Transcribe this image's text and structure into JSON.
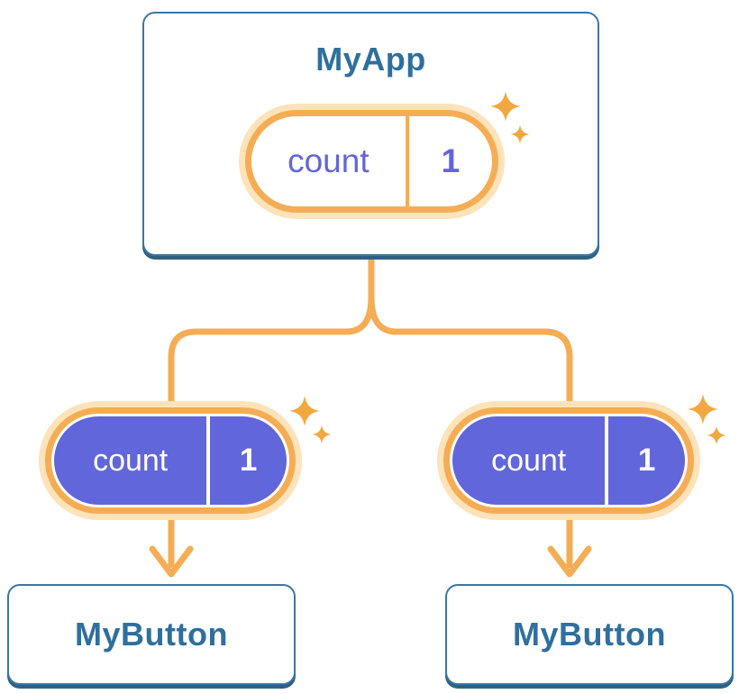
{
  "colors": {
    "background": "#ffffff",
    "orange": "#F5AD55",
    "orange_light": "#FCE3BA",
    "sparkle_orange": "#F3A73F",
    "purple": "#6266DB",
    "blue_text": "#2F6F9E",
    "blue_border": "#3B76A5",
    "blue_border_dark": "#2D6183"
  },
  "tree": {
    "root": {
      "label": "MyApp",
      "state_pill": {
        "key": "count",
        "value": "1"
      }
    },
    "children": [
      {
        "label": "MyButton",
        "prop_pill": {
          "key": "count",
          "value": "1"
        }
      },
      {
        "label": "MyButton",
        "prop_pill": {
          "key": "count",
          "value": "1"
        }
      }
    ]
  },
  "icons": {
    "sparkle": "four-point-sparkle",
    "arrow": "down-arrow"
  }
}
